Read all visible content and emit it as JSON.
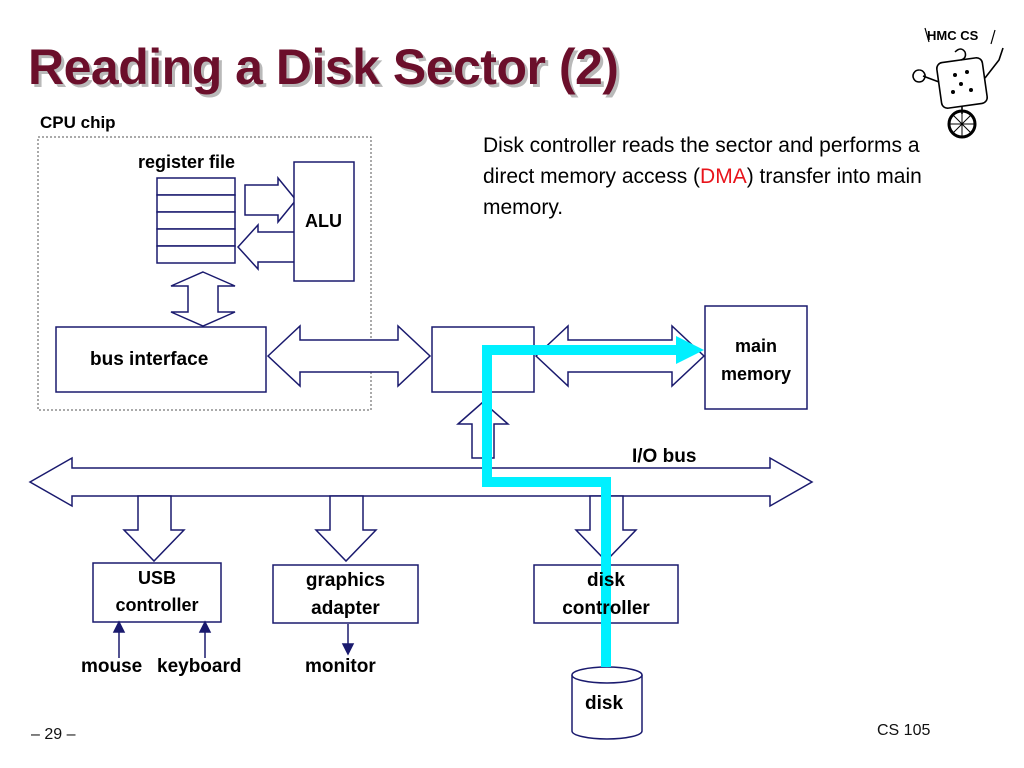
{
  "slide": {
    "title": "Reading a Disk Sector (2)",
    "description": {
      "before": "Disk controller reads the sector and performs a direct memory access (",
      "highlight": "DMA",
      "after": ") transfer into main memory."
    },
    "colors": {
      "title": "#6b0f2b",
      "highlight": "#e8141b",
      "dma_path": "#00f0ff",
      "outline": "#1a1a6e"
    },
    "footer": {
      "page": "– 29 –",
      "course": "CS 105"
    },
    "logo": {
      "icon": "hmc-cs-robot-logo",
      "text": "HMC CS"
    }
  },
  "diagram": {
    "cpu_chip_label": "CPU chip",
    "register_file_label": "register file",
    "alu_label": "ALU",
    "bus_interface_label": "bus interface",
    "main_memory_label": [
      "main",
      "memory"
    ],
    "io_bus_label": "I/O bus",
    "usb_controller_label": [
      "USB",
      "controller"
    ],
    "graphics_adapter_label": [
      "graphics",
      "adapter"
    ],
    "disk_controller_label": [
      "disk",
      "controller"
    ],
    "mouse_label": "mouse",
    "keyboard_label": "keyboard",
    "monitor_label": "monitor",
    "disk_label": "disk"
  }
}
